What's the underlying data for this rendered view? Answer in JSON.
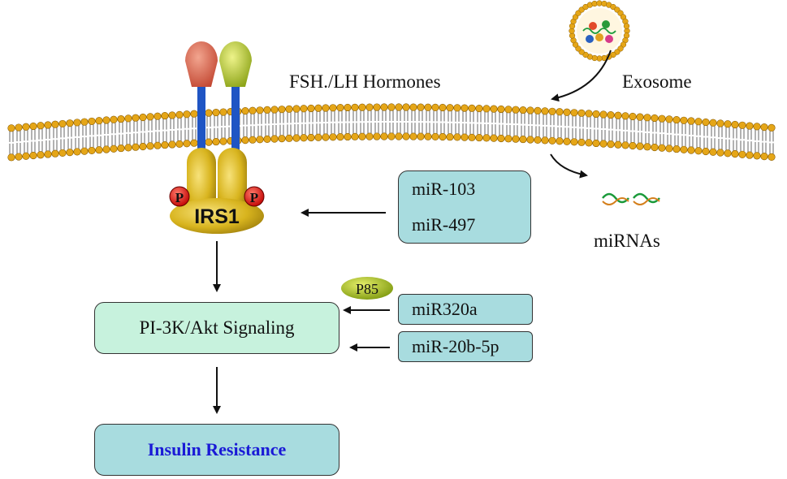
{
  "labels": {
    "hormones": "FSH./LH Hormones",
    "exosome": "Exosome",
    "mirnas": "miRNAs",
    "irs1": "IRS1",
    "phospho": "P",
    "p85": "P85"
  },
  "boxes": {
    "mir_group": [
      "miR-103",
      "miR-497"
    ],
    "mir320a": "miR320a",
    "mir20b": "miR-20b-5p",
    "pi3k": "PI-3K/Akt Signaling",
    "insulin": "Insulin Resistance"
  },
  "colors": {
    "box_fill": "#a8dcdf",
    "pi3k_fill": "#c7f2dd",
    "insulin_text": "#1a1ad6",
    "lipid_head": "#e5a618",
    "receptor_gold": "#d8b41e",
    "receptor_stem": "#1f55c4",
    "receptor_left_cap": "#d9614a",
    "receptor_right_cap": "#b6c928",
    "phospho_red": "#e01010",
    "p85_green": "#a8b81a"
  }
}
